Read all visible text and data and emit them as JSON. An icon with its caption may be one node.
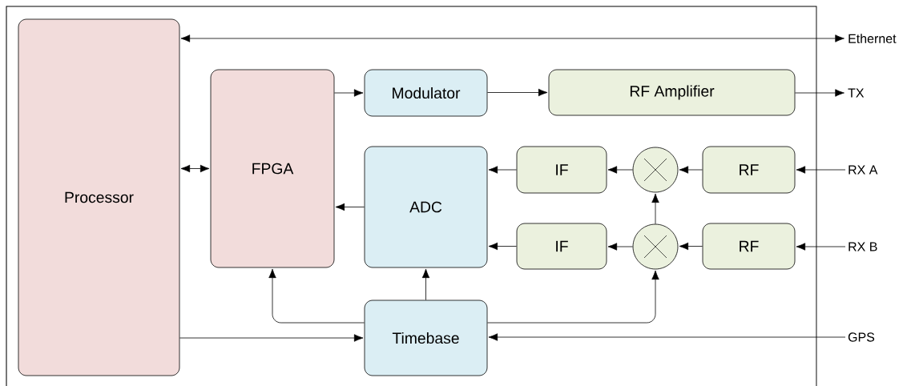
{
  "diagram": {
    "nodes": [
      {
        "text": [
          "Processor"
        ]
      },
      {
        "text": [
          "FPGA"
        ]
      },
      {
        "text": [
          "Modulator"
        ]
      },
      {
        "text": [
          "RF Amplifier"
        ]
      },
      {
        "text": [
          "ADC"
        ]
      },
      {
        "text": [
          "IF"
        ]
      },
      {
        "text": [],
        "shape": "circle"
      },
      {
        "text": [
          "RF"
        ]
      },
      {
        "text": [
          "IF"
        ]
      },
      {
        "text": [],
        "shape": "circle"
      },
      {
        "text": [
          "RF"
        ]
      },
      {
        "text": [
          "Timebase"
        ]
      },
      {
        "text": [
          "Ethernet"
        ]
      },
      {
        "text": [
          "TX"
        ]
      },
      {
        "text": [
          "RX A"
        ]
      },
      {
        "text": [
          "RX B"
        ]
      },
      {
        "text": [
          "GPS"
        ]
      }
    ],
    "edges": [
      {
        "from": 0,
        "to": 12,
        "arrow": "both"
      },
      {
        "from": 0,
        "to": 1,
        "arrow": "both"
      },
      {
        "from": 1,
        "to": 2,
        "arrow": "to"
      },
      {
        "from": 2,
        "to": 3,
        "arrow": "to"
      },
      {
        "from": 3,
        "to": 13,
        "arrow": "to"
      },
      {
        "from": 4,
        "to": 1,
        "arrow": "to"
      },
      {
        "from": 5,
        "to": 4,
        "arrow": "to"
      },
      {
        "from": 6,
        "to": 5,
        "arrow": "to"
      },
      {
        "from": 7,
        "to": 6,
        "arrow": "to"
      },
      {
        "from": 14,
        "to": 7,
        "arrow": "to"
      },
      {
        "from": 8,
        "to": 4,
        "arrow": "to"
      },
      {
        "from": 9,
        "to": 8,
        "arrow": "to"
      },
      {
        "from": 10,
        "to": 9,
        "arrow": "to"
      },
      {
        "from": 15,
        "to": 10,
        "arrow": "to"
      },
      {
        "from": 9,
        "to": 6,
        "arrow": "to"
      },
      {
        "from": 11,
        "to": 1,
        "arrow": "to"
      },
      {
        "from": 11,
        "to": 4,
        "arrow": "to"
      },
      {
        "from": 11,
        "to": 9,
        "arrow": "to"
      },
      {
        "from": 0,
        "to": 11,
        "arrow": "to"
      },
      {
        "from": 16,
        "to": 11,
        "arrow": "to"
      }
    ]
  }
}
